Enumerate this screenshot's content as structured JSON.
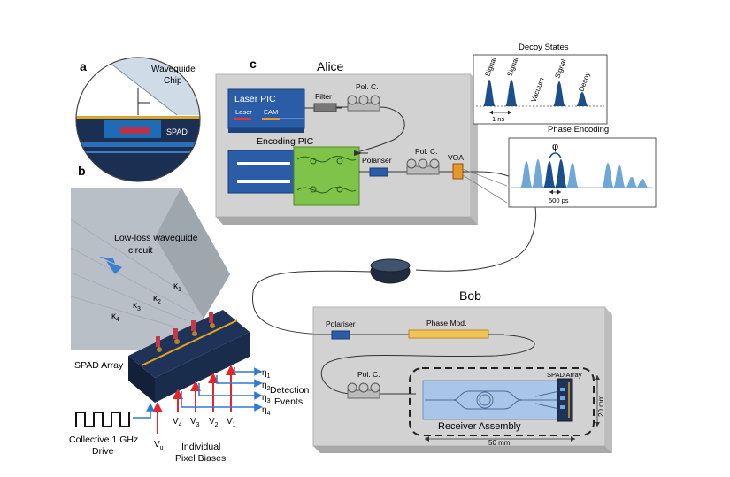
{
  "panels": {
    "a": {
      "letter": "a",
      "waveguide_label": "Waveguide",
      "chip_label": "Chip",
      "spad_label": "SPAD"
    },
    "b": {
      "letter": "b",
      "lowloss_line1": "Low-loss waveguide",
      "lowloss_line2": "circuit",
      "kappa": [
        "κ",
        "κ",
        "κ",
        "κ"
      ],
      "kappa_sub": [
        "1",
        "2",
        "3",
        "4"
      ],
      "spad_array_label": "SPAD Array",
      "eta": [
        "η",
        "η",
        "η",
        "η"
      ],
      "eta_sub": [
        "1",
        "2",
        "3",
        "4"
      ],
      "detection_line1": "Detection",
      "detection_line2": "Events",
      "drive_line1": "Collective 1 GHz",
      "drive_line2": "Drive",
      "v_letters": [
        "V",
        "V",
        "V",
        "V",
        "V"
      ],
      "v_subs": [
        "u",
        "4",
        "3",
        "2",
        "1"
      ],
      "biases_line1": "Individual",
      "biases_line2": "Pixel Biases"
    },
    "c": {
      "letter": "c",
      "alice_title": "Alice",
      "laser_pic": "Laser PIC",
      "laser": "Laser",
      "eam": "EAM",
      "filter": "Filter",
      "pol_c_1": "Pol. C.",
      "encoding_pic": "Encoding PIC",
      "polariser_1": "Polariser",
      "pol_c_2": "Pol. C.",
      "voa": "VOA",
      "bob_title": "Bob",
      "polariser_2": "Polariser",
      "phase_mod": "Phase Mod.",
      "pol_c_3": "Pol. C.",
      "spad_array": "SPAD Array",
      "receiver_assembly": "Receiver Assembly",
      "dim_50mm": "50 mm",
      "dim_20mm": "20 mm"
    },
    "decoy": {
      "title": "Decoy States",
      "labels": [
        "Signal",
        "Signal",
        "Vacuum",
        "Signal",
        "Decoy"
      ],
      "scale": "1 ns"
    },
    "phase": {
      "title": "Phase Encoding",
      "phi": "φ",
      "scale": "500 ps"
    }
  },
  "colors": {
    "chip": "#8d9197",
    "board": "#d4d4d4",
    "pulse_dark": "#1b4e8c",
    "pulse_light": "#6fa8d8",
    "arrow_red": "#e8232a",
    "arrow_blue": "#2f7bd1",
    "green_pic": "#7fc34a",
    "orange": "#e9962a"
  }
}
